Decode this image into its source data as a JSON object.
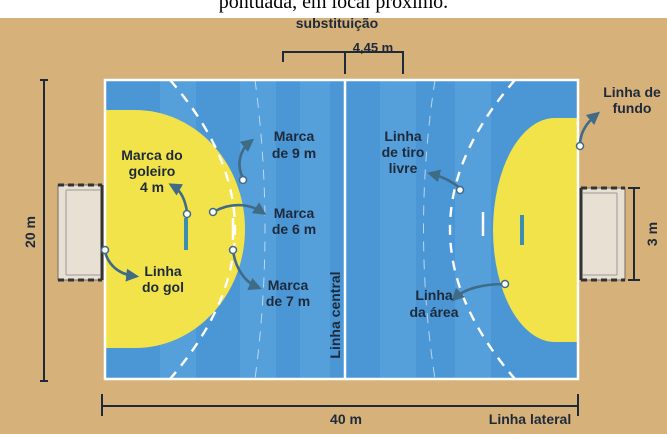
{
  "header_cut_text": "pontuada, em local próximo.",
  "labels": {
    "substituicao": "substituição",
    "dist_445": "4,45 m",
    "linha_de_fundo_1": "Linha de",
    "linha_de_fundo_2": "fundo",
    "marca_goleiro_1": "Marca do",
    "marca_goleiro_2": "goleiro",
    "marca_goleiro_3": "4 m",
    "marca_9m_1": "Marca",
    "marca_9m_2": "de 9 m",
    "marca_6m_1": "Marca",
    "marca_6m_2": "de 6 m",
    "marca_7m_1": "Marca",
    "marca_7m_2": "de 7 m",
    "linha_gol_1": "Linha",
    "linha_gol_2": "do gol",
    "linha_central": "Linha central",
    "tiro_livre_1": "Linha",
    "tiro_livre_2": "de tiro",
    "tiro_livre_3": "livre",
    "linha_area_1": "Linha",
    "linha_area_2": "da área",
    "dist_20m": "20 m",
    "dist_3m": "3 m",
    "dist_40m": "40 m",
    "linha_lateral": "Linha lateral"
  },
  "colors": {
    "floor": "#d9b57e",
    "court_blue": "#4b97d6",
    "court_blue_light": "#62a9e3",
    "area_yellow": "#f2e34a",
    "line_white": "#ffffff",
    "arrow": "#3f6b86",
    "text": "#1e2a3a"
  }
}
